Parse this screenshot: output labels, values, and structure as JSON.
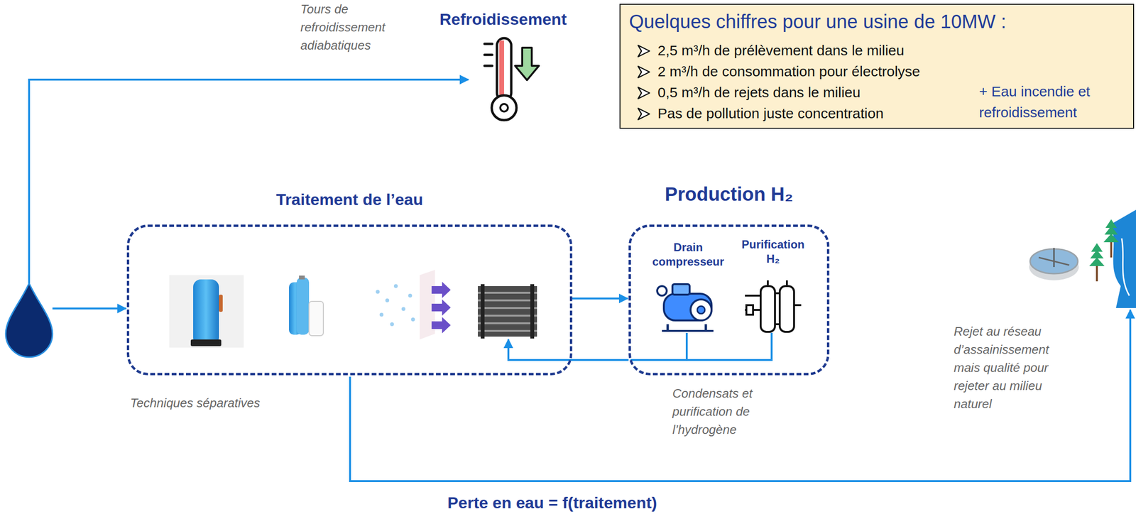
{
  "diagram": {
    "nodes": [
      {
        "text": [
          "Quelques chiffres pour une usine de 10MW :",
          "2,5 m³/h de prélèvement dans le milieu",
          "2 m³/h de consommation pour électrolyse",
          "0,5 m³/h de rejets dans le milieu",
          "Pas de pollution juste concentration",
          "+ Eau incendie et refroidissement"
        ]
      },
      {
        "text": [
          "Traitement de l’eau"
        ]
      },
      {
        "text": [
          "Production H₂",
          "Drain compresseur",
          "Purification H₂"
        ]
      }
    ],
    "edges": [
      {
        "from": 1,
        "to": 2,
        "arrow": "to"
      },
      {
        "from": 2,
        "to": 1,
        "arrow": "to"
      }
    ],
    "labels": [
      "Tours de refroidissement adiabatiques",
      "Refroidissement",
      "Techniques séparatives",
      "Condensats et purification de l’hydrogène",
      "Rejet au réseau d’assainissement mais qualité pour rejeter au milieu naturel",
      "Perte en eau = f(traitement)"
    ]
  }
}
